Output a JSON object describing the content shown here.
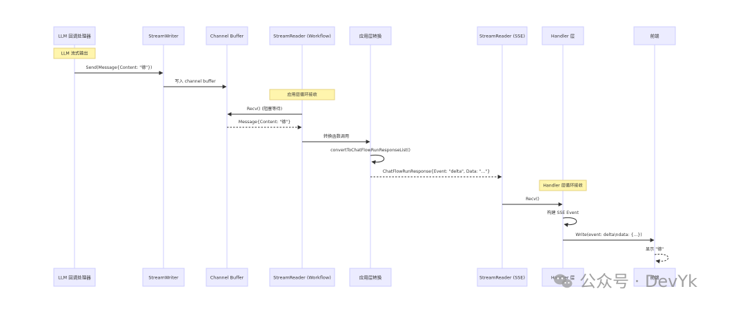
{
  "actors": [
    {
      "id": "llm",
      "label": "LLM 回调处理器"
    },
    {
      "id": "sw",
      "label": "StreamWriter"
    },
    {
      "id": "cb",
      "label": "Channel Buffer"
    },
    {
      "id": "srw",
      "label": "StreamReader (Workflow)"
    },
    {
      "id": "app",
      "label": "应用层转换"
    },
    {
      "id": "srs",
      "label": "StreamReader (SSE)"
    },
    {
      "id": "hdl",
      "label": "Handler 层"
    },
    {
      "id": "fe",
      "label": "前端"
    }
  ],
  "notes": [
    {
      "over": "llm",
      "text": "LLM 流式输出"
    },
    {
      "over": "srw",
      "text": "应用层循环接收"
    },
    {
      "over": "hdl",
      "text": "Handler 层循环接收"
    }
  ],
  "messages": [
    {
      "from": "llm",
      "to": "sw",
      "text": "Send(Message{Content: \"德\"})",
      "style": "solid"
    },
    {
      "from": "sw",
      "to": "cb",
      "text": "写入 channel buffer",
      "style": "solid"
    },
    {
      "from": "srw",
      "to": "cb",
      "text": "Recv() (阻塞等待)",
      "style": "solid"
    },
    {
      "from": "cb",
      "to": "srw",
      "text": "Message{Content: \"德\"}",
      "style": "dashed"
    },
    {
      "from": "srw",
      "to": "app",
      "text": "转换函数调用",
      "style": "solid"
    },
    {
      "from": "app",
      "to": "app",
      "text": "convertToChatFlowRunResponseList()",
      "style": "solid"
    },
    {
      "from": "app",
      "to": "srs",
      "text": "ChatFlowRunResponse{Event: \"delta\", Data: \"...\"}",
      "style": "dashed"
    },
    {
      "from": "srs",
      "to": "hdl",
      "text": "Recv()",
      "style": "solid"
    },
    {
      "from": "hdl",
      "to": "hdl",
      "text": "构建 SSE Event",
      "style": "solid"
    },
    {
      "from": "hdl",
      "to": "fe",
      "text": "Write(event: delta\\ndata: {...})",
      "style": "solid"
    },
    {
      "from": "fe",
      "to": "fe",
      "text": "显示 \"德\"",
      "style": "dashed"
    }
  ],
  "watermark": {
    "text": "公众号 · DevYk",
    "icon": "wechat-icon"
  }
}
